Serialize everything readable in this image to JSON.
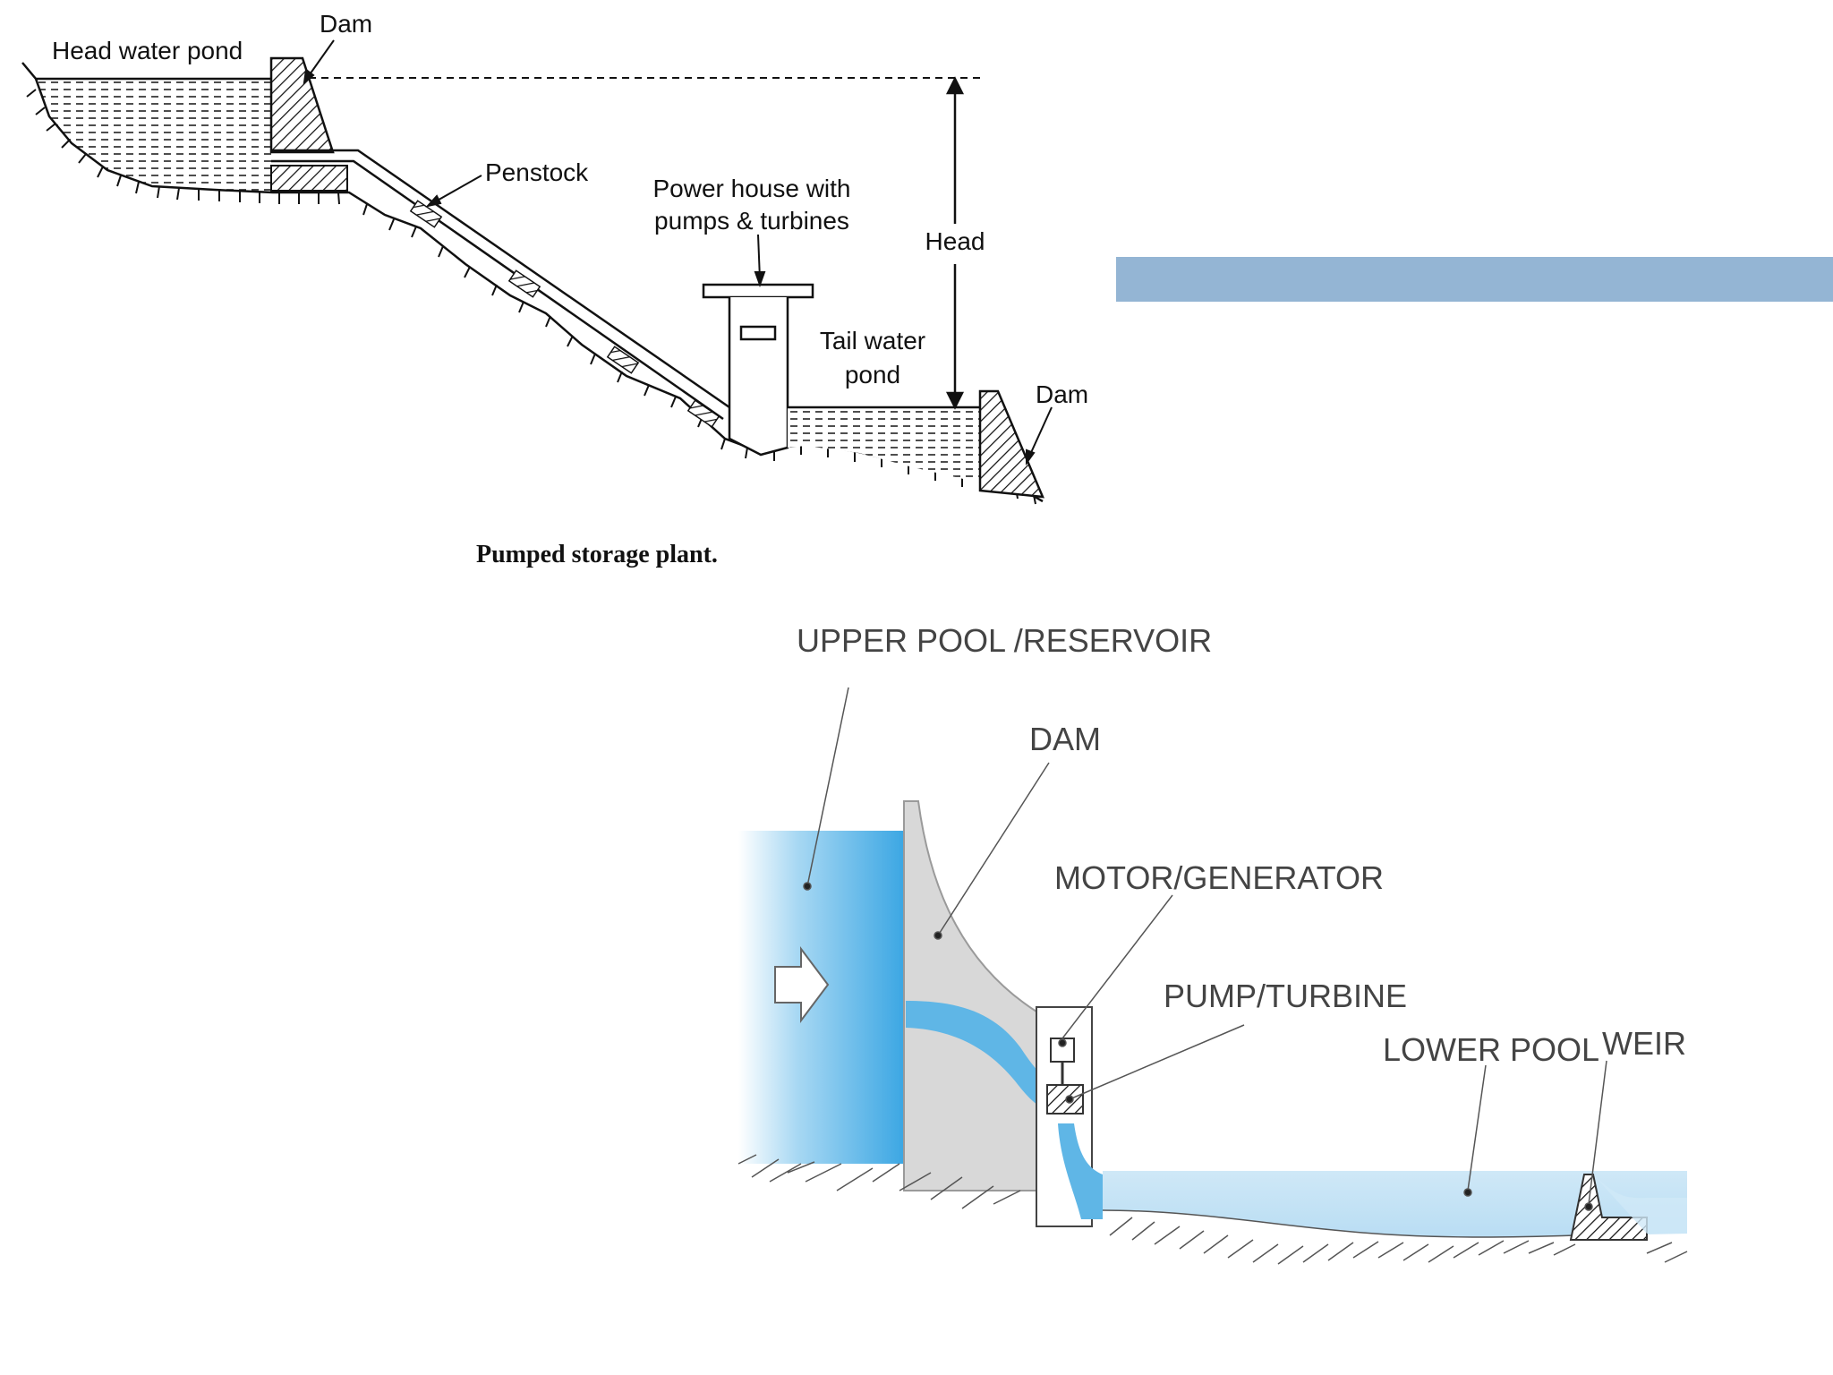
{
  "top_diagram": {
    "labels": {
      "head_water_pond": "Head water pond",
      "dam_upper": "Dam",
      "penstock": "Penstock",
      "power_house_line1": "Power house with",
      "power_house_line2": "pumps & turbines",
      "head": "Head",
      "tail_water_line1": "Tail water",
      "tail_water_line2": "pond",
      "dam_lower": "Dam"
    },
    "caption": "Pumped storage plant."
  },
  "bottom_diagram": {
    "labels": {
      "upper_pool": "UPPER POOL /RESERVOIR",
      "dam": "DAM",
      "motor_generator": "MOTOR/GENERATOR",
      "pump_turbine": "PUMP/TURBINE",
      "lower_pool": "LOWER POOL",
      "weir": "WEIR"
    }
  },
  "colors": {
    "accent_bar": "#94b5d4",
    "upper_water": "#5fb6e6",
    "lower_water": "#cde6f5",
    "dam_fill": "#d6d6d6"
  }
}
